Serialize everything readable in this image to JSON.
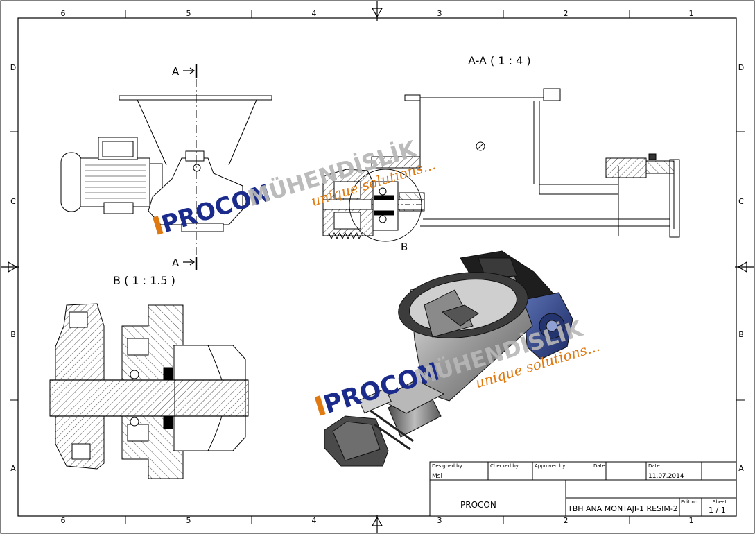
{
  "drawing": {
    "zone_columns": [
      "6",
      "5",
      "4",
      "3",
      "2",
      "1"
    ],
    "zone_rows": [
      "D",
      "C",
      "B",
      "A"
    ],
    "section_view_label": "A-A ( 1 : 4 )",
    "detail_view_label": "B ( 1 : 1.5 )",
    "section_marker_top": "A",
    "section_marker_bottom": "A",
    "detail_marker": "B"
  },
  "watermark": {
    "brand_prefix": "PROCON",
    "brand_suffix": "MÜHENDİSLİK",
    "tagline": "unique solutions...",
    "colors": {
      "brand": "#1a2b8c",
      "suffix": "#b8b8b8",
      "tagline": "#e07a10"
    }
  },
  "title_block": {
    "designed_by_label": "Designed by",
    "designed_by_value": "Msi",
    "checked_by_label": "Checked by",
    "approved_by_label": "Approved by",
    "date_label_1": "Date",
    "date_label_2": "Date",
    "date_value": "11.07.2014",
    "company": "PROCON",
    "title": "TBH ANA MONTAJI-1 RESIM-2",
    "edition_label": "Edition",
    "sheet_label": "Sheet",
    "sheet_value": "1 / 1"
  }
}
